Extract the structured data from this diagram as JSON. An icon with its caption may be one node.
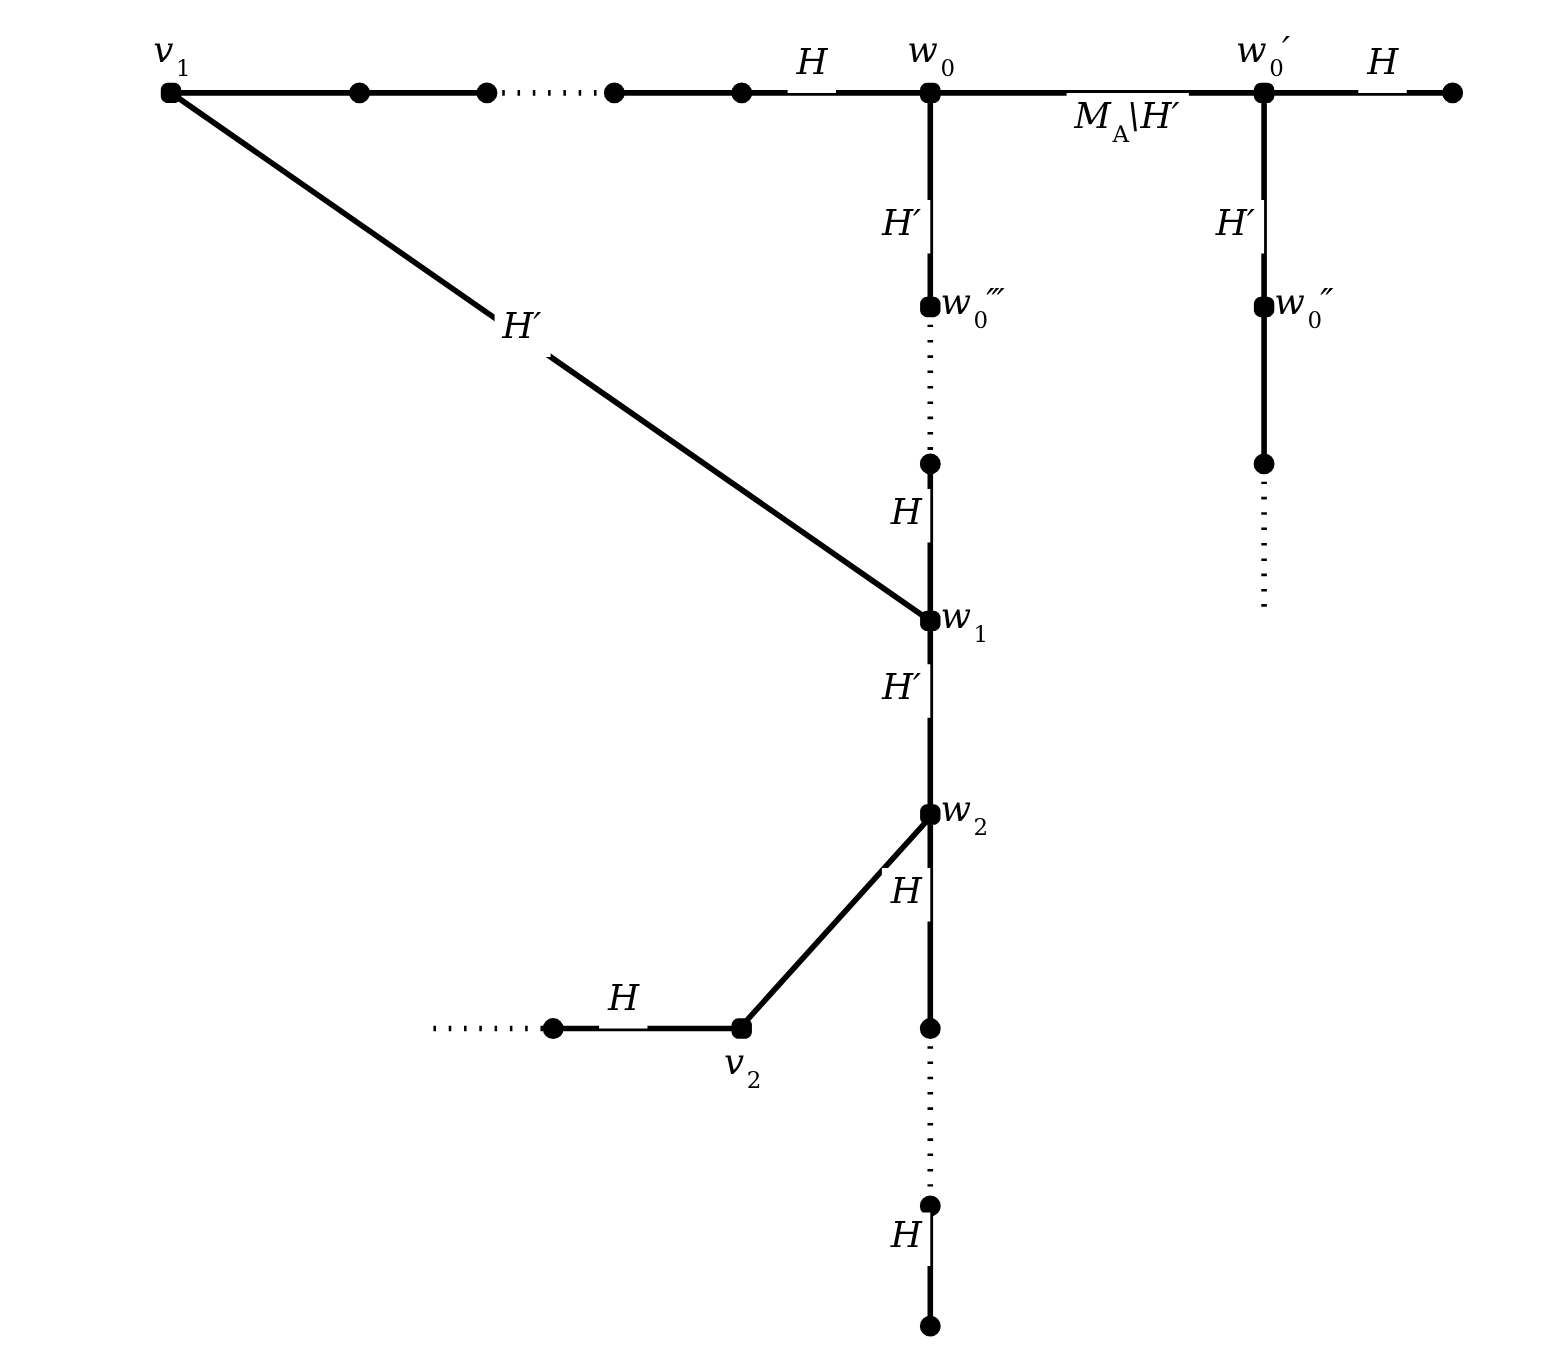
{
  "diagram": {
    "nodes": [
      {
        "text": [],
        "shape": "circle",
        "beside": [
          "v$_{1}$"
        ]
      },
      {
        "text": [],
        "shape": "circle"
      },
      {
        "text": [],
        "shape": "circle"
      },
      {
        "text": [],
        "shape": "circle"
      },
      {
        "text": [],
        "shape": "circle"
      },
      {
        "text": [],
        "shape": "circle",
        "beside": [
          "w$_{0}$"
        ]
      },
      {
        "text": [],
        "shape": "circle",
        "beside": [
          "w$_{0}$′"
        ]
      },
      {
        "text": [],
        "shape": "circle"
      },
      {
        "text": [],
        "shape": "circle",
        "beside": [
          "w$_{0}$‴"
        ]
      },
      {
        "text": [],
        "shape": "circle",
        "beside": [
          "w$_{0}$″"
        ]
      },
      {
        "text": [],
        "shape": "circle"
      },
      {
        "text": [],
        "shape": "circle"
      },
      {
        "text": [],
        "shape": "circle",
        "beside": [
          "w$_{1}$"
        ]
      },
      {
        "text": [],
        "shape": "circle",
        "beside": [
          "w$_{2}$"
        ]
      },
      {
        "text": [],
        "shape": "circle"
      },
      {
        "text": [],
        "shape": "circle",
        "beside": [
          "v$_{2}$"
        ]
      },
      {
        "text": [],
        "shape": "circle"
      },
      {
        "text": [],
        "shape": "circle"
      },
      {
        "text": [],
        "shape": "circle"
      }
    ],
    "edges": [
      {
        "from": 0,
        "to": 1,
        "arrow": "none"
      },
      {
        "from": 1,
        "to": 2,
        "arrow": "none"
      },
      {
        "from": 2,
        "to": 3,
        "arrow": "none",
        "style": "dashed"
      },
      {
        "from": 3,
        "to": 4,
        "arrow": "none"
      },
      {
        "from": 4,
        "to": 5,
        "arrow": "none",
        "label": "H"
      },
      {
        "from": 5,
        "to": 6,
        "arrow": "none",
        "label": "M$_{A}$\\H′"
      },
      {
        "from": 6,
        "to": 7,
        "arrow": "none",
        "label": "H"
      },
      {
        "from": 0,
        "to": 12,
        "arrow": "none",
        "label": "H′"
      },
      {
        "from": 5,
        "to": 8,
        "arrow": "none",
        "label": "H′"
      },
      {
        "from": 6,
        "to": 9,
        "arrow": "none",
        "label": "H′"
      },
      {
        "from": 8,
        "to": 10,
        "arrow": "none",
        "style": "dashed"
      },
      {
        "from": 9,
        "to": 11,
        "arrow": "none"
      },
      {
        "from": 11,
        "to": null,
        "arrow": "none",
        "style": "dashed"
      },
      {
        "from": 10,
        "to": 12,
        "arrow": "none",
        "label": "H"
      },
      {
        "from": 12,
        "to": 13,
        "arrow": "none",
        "label": "H′"
      },
      {
        "from": 13,
        "to": 15,
        "arrow": "none"
      },
      {
        "from": null,
        "to": 14,
        "arrow": "none",
        "style": "dashed"
      },
      {
        "from": 14,
        "to": 15,
        "arrow": "none",
        "label": "H"
      },
      {
        "from": 13,
        "to": 16,
        "arrow": "none",
        "label": "H"
      },
      {
        "from": 16,
        "to": 17,
        "arrow": "none",
        "style": "dashed"
      },
      {
        "from": 17,
        "to": 18,
        "arrow": "none",
        "label": "H"
      }
    ]
  }
}
